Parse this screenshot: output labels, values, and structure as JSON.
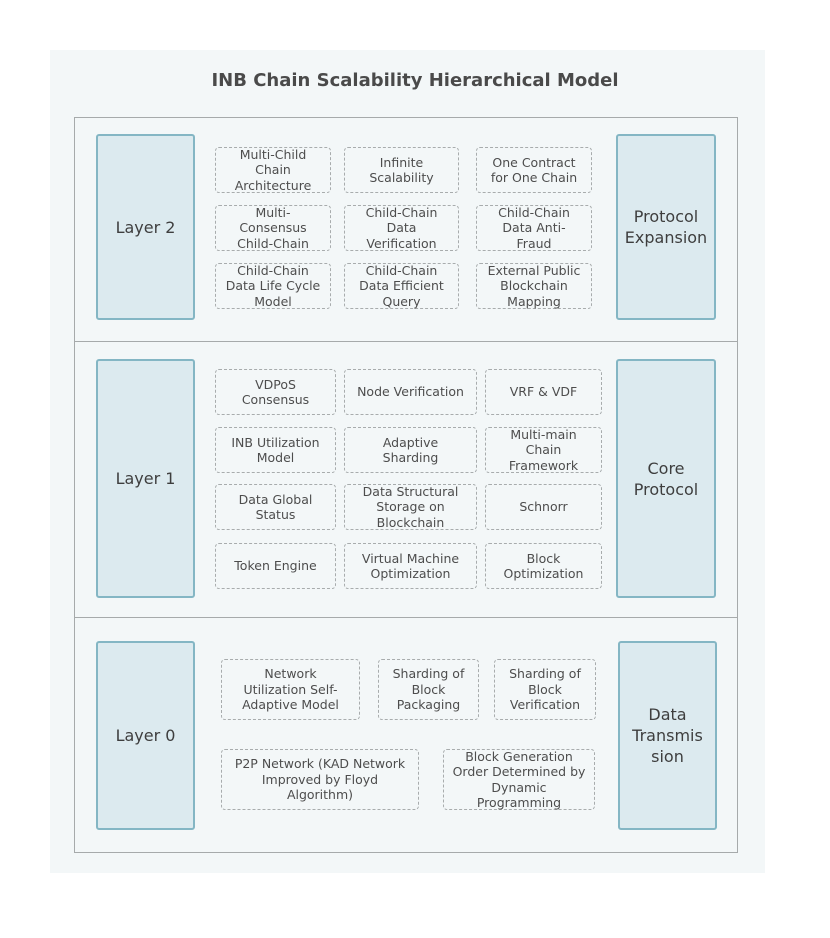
{
  "title": "INB Chain Scalability Hierarchical Model",
  "layer2": {
    "label": "Layer 2",
    "category": "Protocol\nExpansion",
    "items": [
      "Multi-Child\nChain\nArchitecture",
      "Infinite\nScalability",
      "One Contract\nfor One Chain",
      "Multi-\nConsensus\nChild-Chain",
      "Child-Chain\nData\nVerification",
      "Child-Chain\nData Anti-\nFraud",
      "Child-Chain\nData Life Cycle\nModel",
      "Child-Chain\nData Efficient\nQuery",
      "External Public\nBlockchain\nMapping"
    ]
  },
  "layer1": {
    "label": "Layer 1",
    "category": "Core\nProtocol",
    "items": [
      "VDPoS\nConsensus",
      "Node Verification",
      "VRF & VDF",
      "INB Utilization\nModel",
      "Adaptive\nSharding",
      "Multi-main\nChain\nFramework",
      "Data Global\nStatus",
      "Data Structural\nStorage on\nBlockchain",
      "Schnorr",
      "Token Engine",
      "Virtual Machine\nOptimization",
      "Block\nOptimization"
    ]
  },
  "layer0": {
    "label": "Layer 0",
    "category": "Data\nTransmis\nsion",
    "items": [
      "Network\nUtilization Self-\nAdaptive Model",
      "Sharding of\nBlock\nPackaging",
      "Sharding of\nBlock\nVerification",
      "P2P Network (KAD Network\nImproved by Floyd\nAlgorithm)",
      "Block Generation\nOrder Determined by\nDynamic\nProgramming"
    ]
  }
}
